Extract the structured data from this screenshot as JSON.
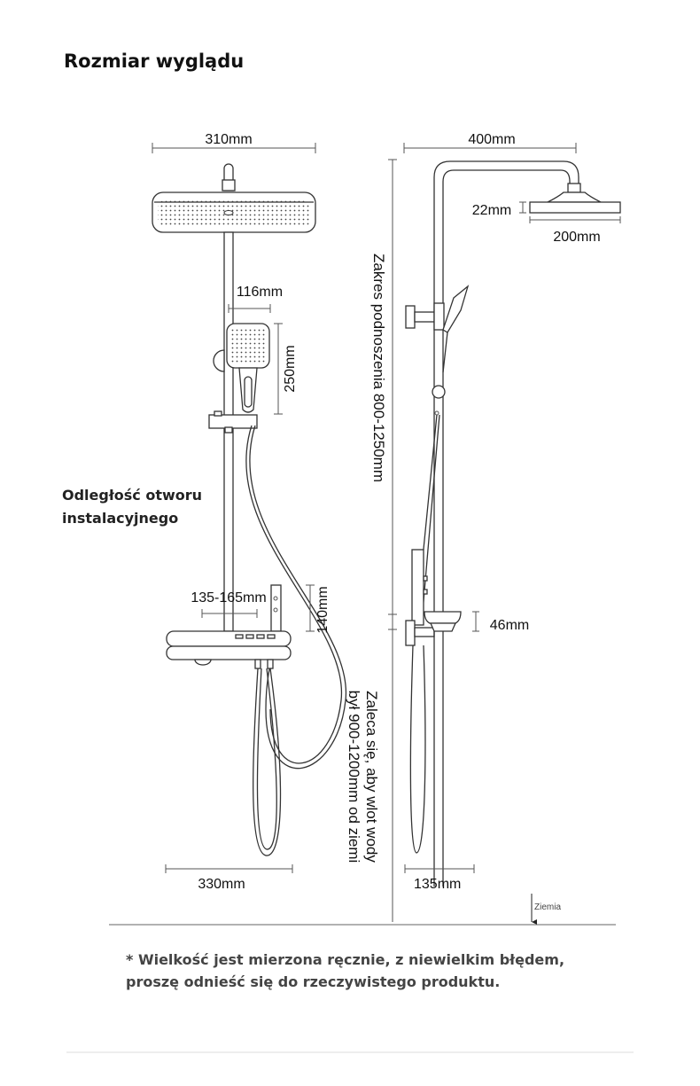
{
  "title": "Rozmiar wyglądu",
  "install_hole_label": [
    "Odległość otworu",
    "instalacyjnego"
  ],
  "front_view": {
    "head_width": "310mm",
    "hand_shower_offset": "116mm",
    "hand_shower_height": "250mm",
    "hole_distance": "135-165mm",
    "spout_height": "140mm",
    "shelf_width": "330mm"
  },
  "side_view": {
    "arm_length": "400mm",
    "head_thickness": "22mm",
    "head_diameter": "200mm",
    "lift_range": "Zakres podnoszenia 800-1250mm",
    "shelf_height": "46mm",
    "wall_distance": "135mm",
    "recommendation": [
      "Zaleca się, aby wlot wody",
      "był 900-1200mm od ziemi"
    ],
    "ground_label": "Ziemia"
  },
  "footnote": [
    "* Wielkość jest mierzona ręcznie, z niewielkim błędem,",
    "proszę odnieść się do rzeczywistego produktu."
  ]
}
